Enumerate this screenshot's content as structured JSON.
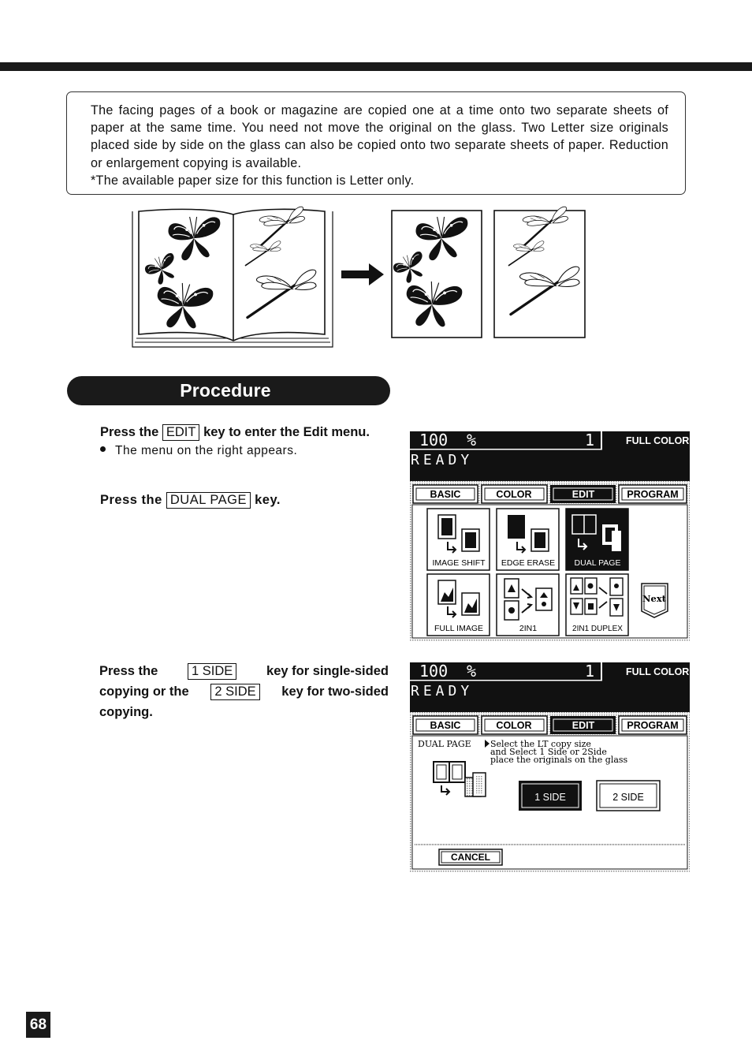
{
  "intro": {
    "paragraph": "The facing pages of a book or magazine are copied one at a time onto two separate sheets of paper at the same time. You need not move the original on the glass. Two Letter size originals placed side by side on the glass can also be copied onto two separate sheets of paper. Reduction or enlargement copying is available.",
    "note": "*The available paper size for this function is Letter only."
  },
  "procedure_title": "Procedure",
  "steps": {
    "s1": {
      "pre": "Press the",
      "key": "EDIT",
      "post": "key to enter the Edit menu."
    },
    "s1_bullet": "The menu on the right appears.",
    "s2": {
      "pre": "Press the",
      "key": "DUAL PAGE",
      "post": "key."
    },
    "s3": {
      "l1_pre": "Press the",
      "key1": "1 SIDE",
      "l1_post": "key for single-sided",
      "l2_pre": "copying or the",
      "key2": "2 SIDE",
      "l2_post": "key for two-sided",
      "l3": "copying."
    }
  },
  "screen1": {
    "zoom": "100",
    "pct": "%",
    "count": "1",
    "mode": "FULL COLOR",
    "status": "READY",
    "tabs": [
      "BASIC",
      "COLOR",
      "EDIT",
      "PROGRAM"
    ],
    "keys": [
      "IMAGE SHIFT",
      "EDGE ERASE",
      "DUAL PAGE",
      "FULL IMAGE",
      "2IN1",
      "2IN1 DUPLEX"
    ],
    "next": "Next"
  },
  "screen2": {
    "zoom": "100",
    "pct": "%",
    "count": "1",
    "mode": "FULL COLOR",
    "status": "READY",
    "tabs": [
      "BASIC",
      "COLOR",
      "EDIT",
      "PROGRAM"
    ],
    "func": "DUAL PAGE",
    "msg1": "Select the LT copy size",
    "msg2": "and Select 1 Side or 2Side",
    "msg3": "place the originals on the glass",
    "side1": "1 SIDE",
    "side2": "2 SIDE",
    "cancel": "CANCEL"
  },
  "page_number": "68",
  "colors": {
    "ink": "#1a1a1a",
    "panel": "#f2f2f2",
    "hatch": "#9a9a9a"
  }
}
